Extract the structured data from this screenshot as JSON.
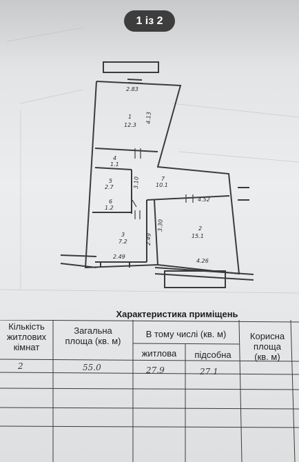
{
  "viewer": {
    "counter_current": "1",
    "counter_separator": "із",
    "counter_total": "2"
  },
  "plan": {
    "labels": {
      "top_width": "2.83",
      "room1_num": "1",
      "room1_area": "12.3",
      "wall_dim": "4.13",
      "room4_num": "4",
      "room4_area": "1.1",
      "room5_num": "5",
      "room5_area": "2.7",
      "room6_num": "6",
      "room6_area": "1.2",
      "room7_num": "7",
      "room7_area": "10.1",
      "corridor_dim": "3.10",
      "hall_width": "4.52",
      "room2_num": "2",
      "room2_area": "15.1",
      "room3_num": "3",
      "room3_area": "7.2",
      "dim_330": "3.30",
      "dim_249": "2.49",
      "kitchen_width": "2.49",
      "bottom_width": "4.26"
    }
  },
  "table": {
    "title": "Характеристика приміщень",
    "headers": {
      "rooms_line1": "Кількість",
      "rooms_line2": "житлових",
      "rooms_line3": "кімнат",
      "total_line1": "Загальна",
      "total_line2": "площа (кв. м)",
      "including": "В тому числі (кв. м)",
      "living": "житлова",
      "auxiliary": "підсобна",
      "useful_line1": "Корисна",
      "useful_line2": "площа",
      "useful_line3": "(кв. м)"
    },
    "row1": {
      "rooms": "2",
      "total": "55.0",
      "living": "27.9",
      "auxiliary": "27.1"
    }
  }
}
